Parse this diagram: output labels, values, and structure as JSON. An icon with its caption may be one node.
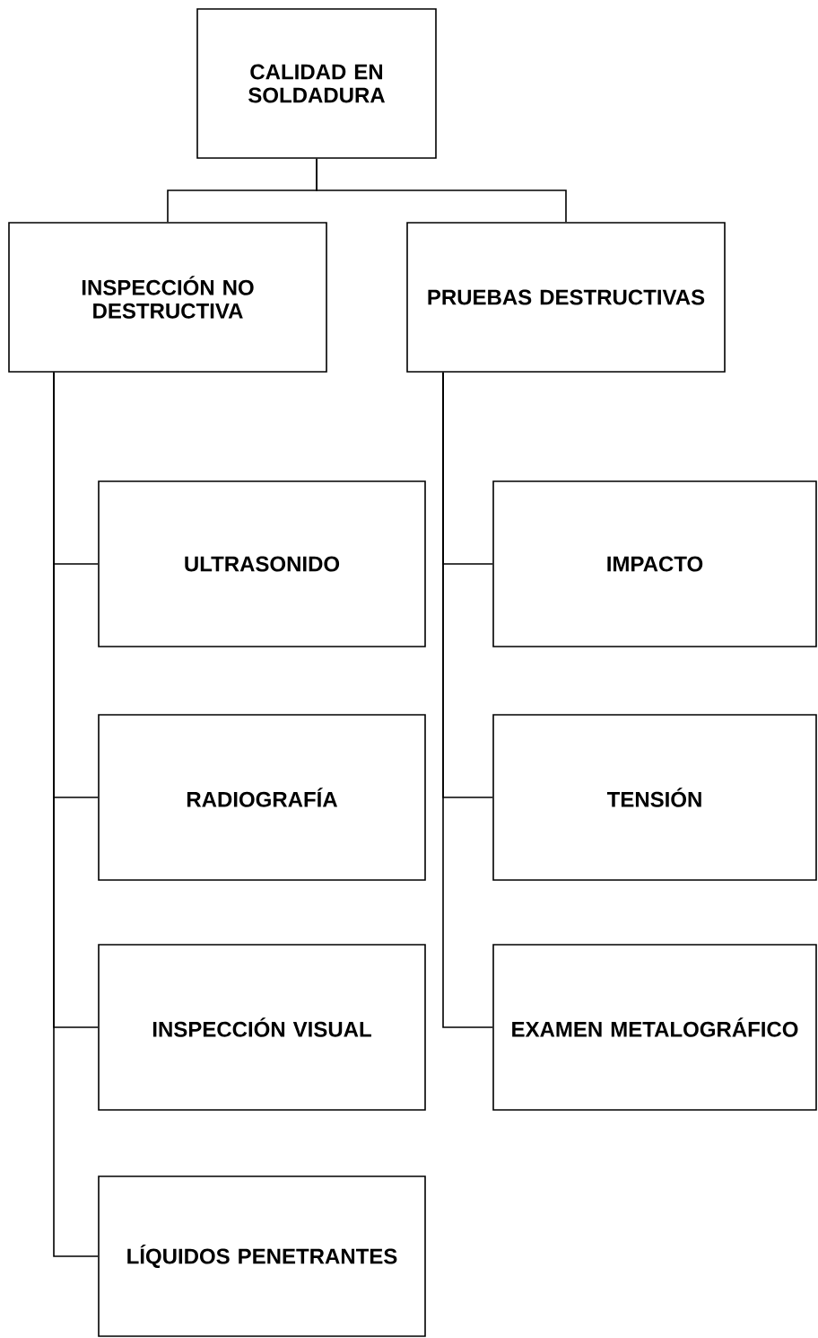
{
  "diagram": {
    "nodes": [
      {
        "text": [
          "CALIDAD EN SOLDADURA"
        ]
      },
      {
        "text": [
          "INSPECCIÓN NO DESTRUCTIVA"
        ]
      },
      {
        "text": [
          "PRUEBAS DESTRUCTIVAS"
        ]
      },
      {
        "text": [
          "ULTRASONIDO"
        ]
      },
      {
        "text": [
          "RADIOGRAFÍA"
        ]
      },
      {
        "text": [
          "INSPECCIÓN VISUAL"
        ]
      },
      {
        "text": [
          "LÍQUIDOS PENETRANTES"
        ]
      },
      {
        "text": [
          "IMPACTO"
        ]
      },
      {
        "text": [
          "TENSIÓN"
        ]
      },
      {
        "text": [
          "EXAMEN METALOGRÁFICO"
        ]
      }
    ],
    "edges": [
      {
        "from": 0,
        "to": 1,
        "arrow": "none"
      },
      {
        "from": 0,
        "to": 2,
        "arrow": "none"
      },
      {
        "from": 1,
        "to": 3,
        "arrow": "none"
      },
      {
        "from": 1,
        "to": 4,
        "arrow": "none"
      },
      {
        "from": 1,
        "to": 5,
        "arrow": "none"
      },
      {
        "from": 1,
        "to": 6,
        "arrow": "none"
      },
      {
        "from": 2,
        "to": 7,
        "arrow": "none"
      },
      {
        "from": 2,
        "to": 8,
        "arrow": "none"
      },
      {
        "from": 2,
        "to": 9,
        "arrow": "none"
      }
    ]
  }
}
